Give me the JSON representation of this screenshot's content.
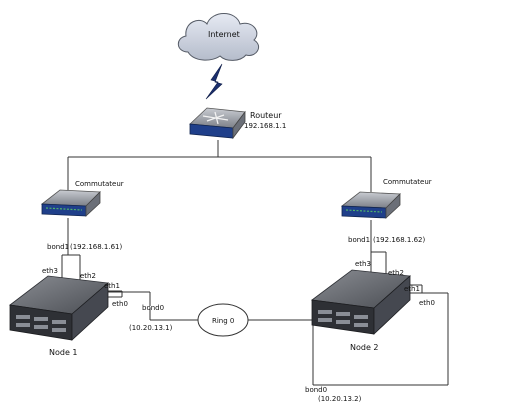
{
  "cloud": {
    "label": "Internet"
  },
  "router": {
    "name": "Routeur",
    "ip": "192.168.1.1"
  },
  "switch_left": {
    "name": "Commutateur"
  },
  "switch_right": {
    "name": "Commutateur"
  },
  "node1": {
    "name": "Node 1",
    "bond1": "bond1",
    "bond1_ip": "(192.168.1.61)",
    "eth3": "eth3",
    "eth2": "eth2",
    "eth1": "eth1",
    "eth0": "eth0",
    "bond0": "bond0",
    "bond0_ip": "(10.20.13.1)"
  },
  "node2": {
    "name": "Node 2",
    "bond1": "bond1",
    "bond1_ip": "(192.168.1.62)",
    "eth3": "eth3",
    "eth2": "eth2",
    "eth1": "eth1",
    "eth0": "eth0",
    "bond0": "bond0",
    "bond0_ip": "(10.20.13.2)"
  },
  "ring": {
    "label": "Ring 0"
  },
  "colors": {
    "server_body": "#3a3a3a",
    "switch_accent": "#1f3f8a",
    "lightning": "#1b2f6e"
  }
}
